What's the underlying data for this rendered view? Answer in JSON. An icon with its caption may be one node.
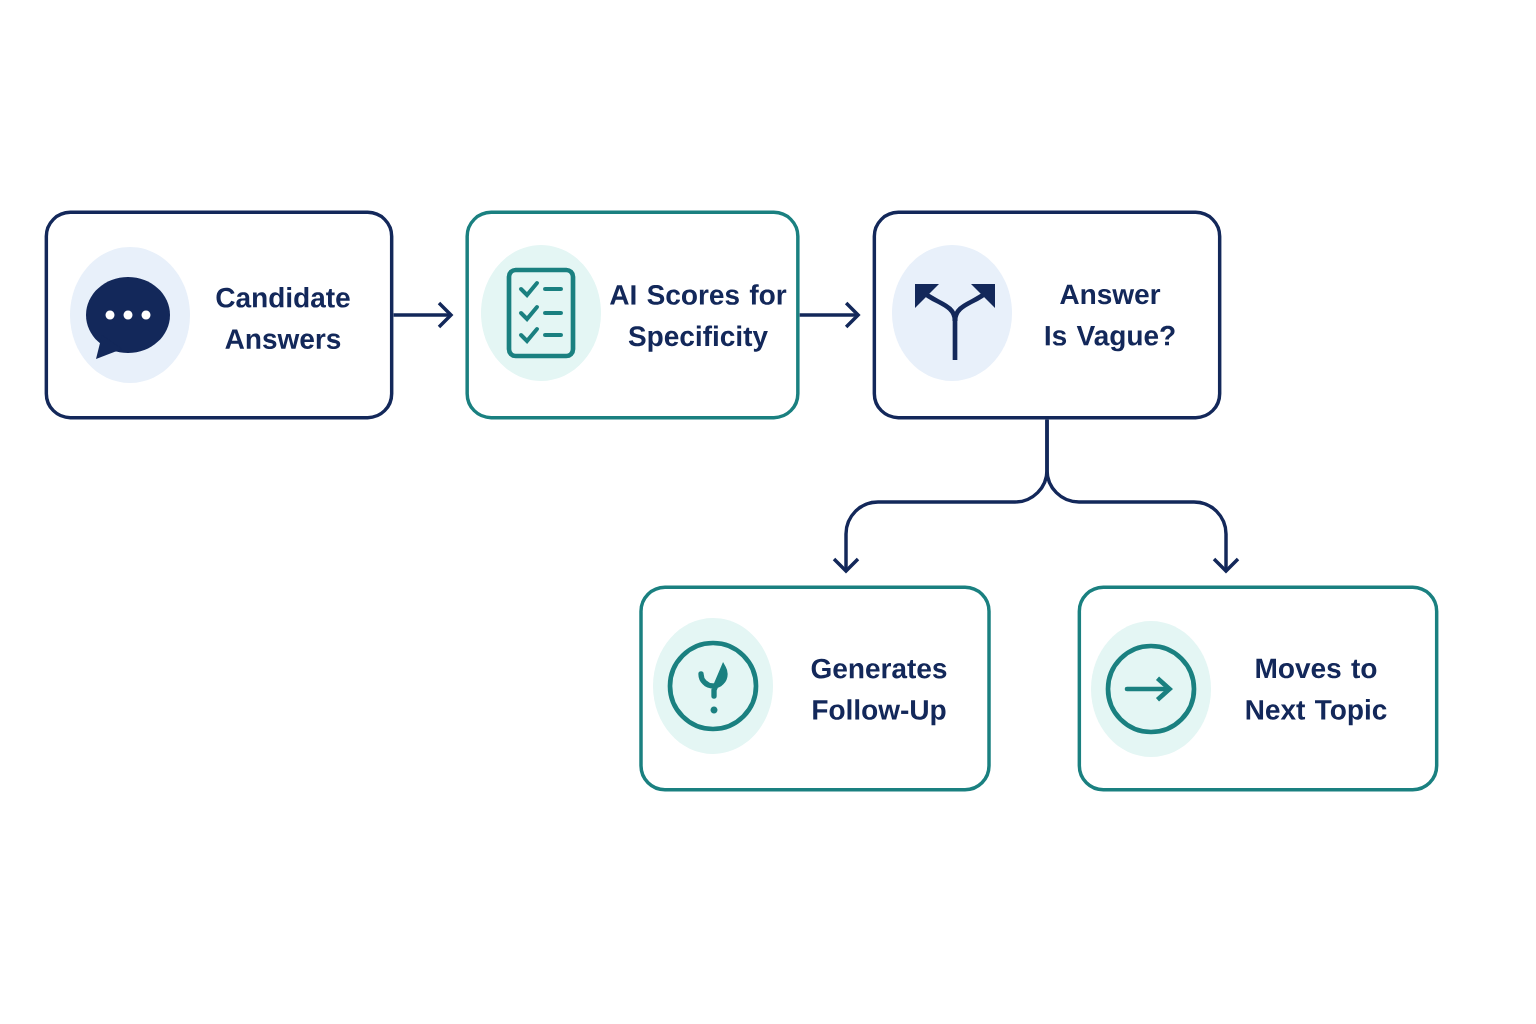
{
  "diagram": {
    "nodes": [
      {
        "text": [
          "Candidate Answers"
        ]
      },
      {
        "text": [
          "AI Scores for Specificity"
        ]
      },
      {
        "text": [
          "Answer Is Vague?"
        ]
      },
      {
        "text": [
          "Generates Follow-Up"
        ]
      },
      {
        "text": [
          "Moves to Next Topic"
        ]
      }
    ],
    "edges": [
      {
        "from": 0,
        "to": 1,
        "arrow": "to"
      },
      {
        "from": 1,
        "to": 2,
        "arrow": "to"
      },
      {
        "from": 2,
        "to": 3,
        "arrow": "to"
      },
      {
        "from": 2,
        "to": 4,
        "arrow": "to"
      }
    ]
  }
}
